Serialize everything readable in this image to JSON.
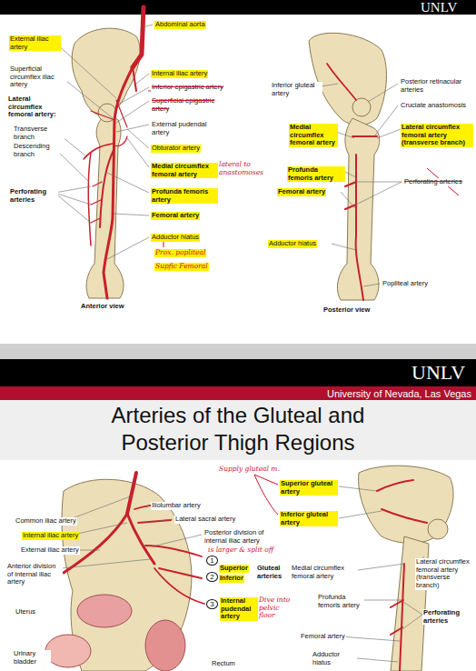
{
  "diagram": {
    "title": "Arteries of the Gluteal and Posterior Thigh Regions",
    "labels": [
      "UNLV",
      "Abdominal aorta",
      "External iliac artery",
      "Superficial circumflex iliac artery",
      "Lateral circumflex femoral artery:",
      "Transverse branch",
      "Descending branch",
      "Perforating arteries",
      "Internal iliac artery",
      "Inferior epigastric artery",
      "Superficial epigastric artery",
      "External pudendal artery",
      "Obturator artery",
      "Medial circumflex femoral artery",
      "lateral to anastomoses",
      "Profunda femoris artery",
      "Femoral artery",
      "Adductor hiatus",
      "Prox. popliteal",
      "Supfic Femoral",
      "Anterior view",
      "Inferior gluteal artery",
      "Posterior retinacular arteries",
      "Cruciate anastomosis",
      "Medial circumflex femoral artery",
      "Lateral circumflex femoral artery (transverse branch)",
      "Profunda femoris artery",
      "Perforating arteries",
      "Femoral artery",
      "Adductor hiatus",
      "Popliteal artery",
      "Posterior view",
      "UNLV",
      "University of Nevada, Las Vegas",
      "Supply gluteal m.",
      "Superior gluteal artery",
      "Inferior gluteal artery",
      "Iliolumbar artery",
      "Common iliac artery",
      "Lateral sacral artery",
      "Internal iliac artery",
      "Posterior division of internal iliac artery",
      "is larger & split off",
      "External iliac artery",
      "Anterior division of internal iliac artery",
      "1",
      "2",
      "3",
      "Superior",
      "Inferior",
      "Gluteal arteries",
      "Internal pudendal artery",
      "Dive into pelvic floor",
      "Uterus",
      "Urinary bladder",
      "Rectum",
      "Medial circumflex femoral artery",
      "Profunda femoris artery",
      "Femoral artery",
      "Adductor hiatus",
      "Lateral circumflex femoral artery (transverse branch)",
      "Perforating arteries"
    ]
  }
}
